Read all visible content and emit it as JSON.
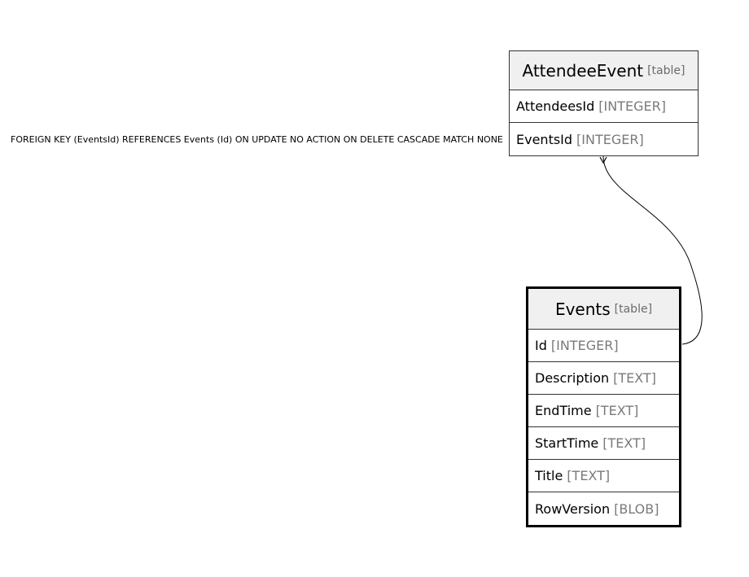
{
  "tables": [
    {
      "name": "AttendeeEvent",
      "tag": "[table]",
      "columns": [
        {
          "name": "AttendeesId",
          "type": "[INTEGER]"
        },
        {
          "name": "EventsId",
          "type": "[INTEGER]"
        }
      ]
    },
    {
      "name": "Events",
      "tag": "[table]",
      "columns": [
        {
          "name": "Id",
          "type": "[INTEGER]"
        },
        {
          "name": "Description",
          "type": "[TEXT]"
        },
        {
          "name": "EndTime",
          "type": "[TEXT]"
        },
        {
          "name": "StartTime",
          "type": "[TEXT]"
        },
        {
          "name": "Title",
          "type": "[TEXT]"
        },
        {
          "name": "RowVersion",
          "type": "[BLOB]"
        }
      ]
    }
  ],
  "relationships": [
    {
      "label": "FOREIGN KEY (EventsId) REFERENCES Events (Id) ON UPDATE NO ACTION ON DELETE CASCADE MATCH NONE",
      "from": "AttendeeEvent.EventsId",
      "to": "Events.Id"
    }
  ]
}
